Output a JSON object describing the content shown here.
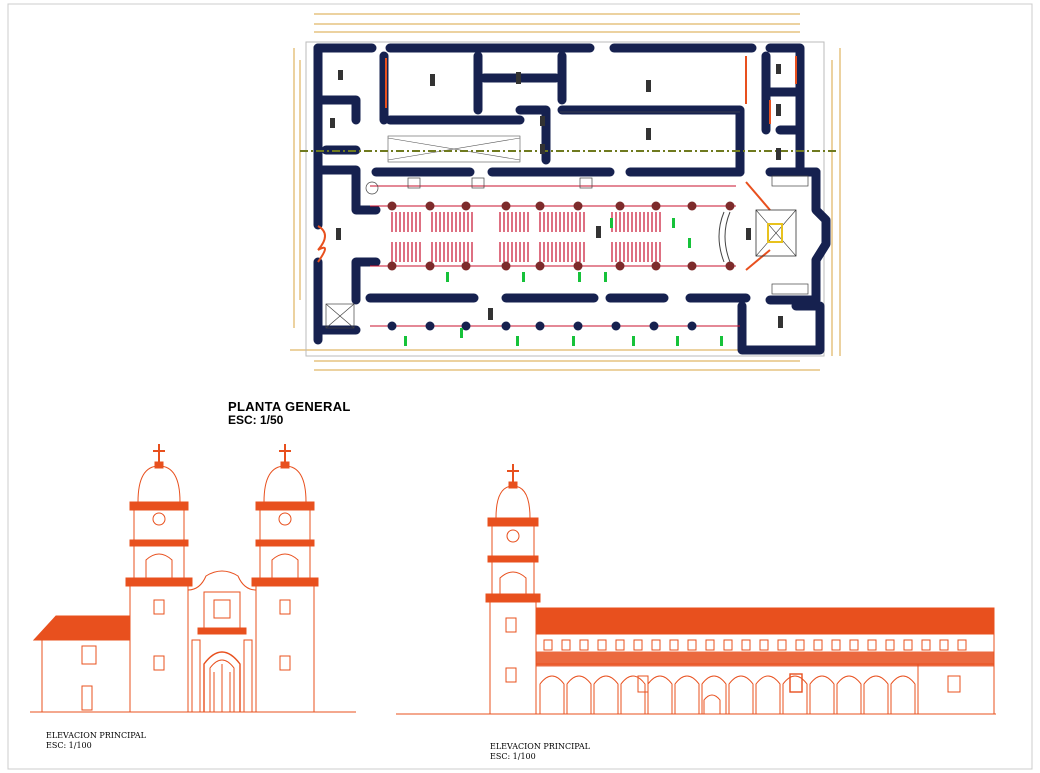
{
  "drawing": {
    "plan": {
      "title": "PLANTA GENERAL",
      "scale": "ESC: 1/50"
    },
    "front_elevation": {
      "title": "ELEVACION PRINCIPAL",
      "scale": "ESC: 1/100"
    },
    "side_elevation": {
      "title": "ELEVACION PRINCIPAL",
      "scale": "ESC: 1/100"
    }
  },
  "colors": {
    "wall": "#16214f",
    "elevation": "#e8501e",
    "dimension": "#d9a441",
    "axis": "#6f7a1f",
    "pew": "#c8102e",
    "accent_green": "#16c23a",
    "hatch": "#7d2b2b"
  },
  "icons": [
    "cross-icon",
    "column-icon",
    "door-icon"
  ]
}
